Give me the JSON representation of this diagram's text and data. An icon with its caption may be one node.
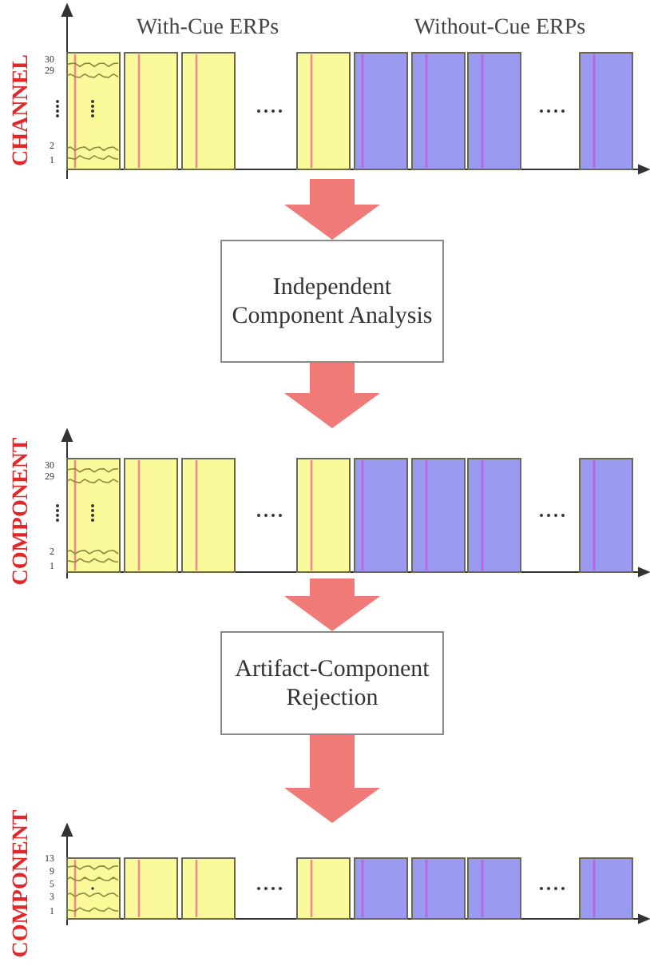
{
  "diagram": {
    "nodes": [
      {
        "text": [],
        "shape": "picture",
        "beside": [
          "CHANNEL",
          "30",
          "29",
          "2",
          "1"
        ]
      },
      {
        "text": [
          "Independent Component Analysis"
        ]
      },
      {
        "text": [],
        "shape": "picture",
        "beside": [
          "COMPONENT",
          "30",
          "29",
          "2",
          "1"
        ]
      },
      {
        "text": [
          "Artifact-Component Rejection"
        ]
      },
      {
        "text": [],
        "shape": "picture",
        "beside": [
          "COMPONENT",
          "13",
          "9",
          "5",
          "3",
          "1"
        ]
      }
    ],
    "edges": [
      {
        "from": 0,
        "to": 1,
        "arrow": "to"
      },
      {
        "from": 1,
        "to": 2,
        "arrow": "to"
      },
      {
        "from": 2,
        "to": 3,
        "arrow": "to"
      },
      {
        "from": 3,
        "to": 4,
        "arrow": "to"
      }
    ],
    "labels": [
      "With-Cue ERPs",
      "Without-Cue ERPs"
    ]
  }
}
